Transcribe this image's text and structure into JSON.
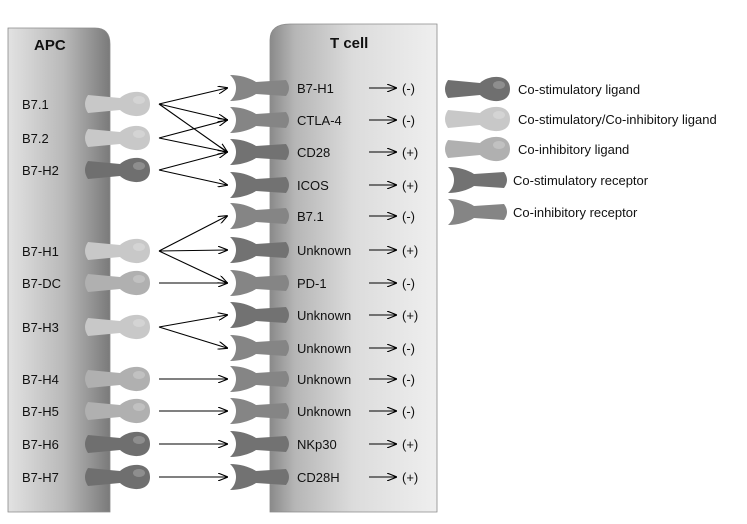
{
  "apc": {
    "title": "APC",
    "ligands": [
      {
        "label": "B7.1",
        "type": "co-stimulatory-co-inhibitory"
      },
      {
        "label": "B7.2",
        "type": "co-stimulatory-co-inhibitory"
      },
      {
        "label": "B7-H2",
        "type": "co-stimulatory"
      },
      {
        "label": "B7-H1",
        "type": "co-stimulatory-co-inhibitory"
      },
      {
        "label": "B7-DC",
        "type": "co-inhibitory"
      },
      {
        "label": "B7-H3",
        "type": "co-stimulatory-co-inhibitory"
      },
      {
        "label": "B7-H4",
        "type": "co-inhibitory"
      },
      {
        "label": "B7-H5",
        "type": "co-inhibitory"
      },
      {
        "label": "B7-H6",
        "type": "co-stimulatory"
      },
      {
        "label": "B7-H7",
        "type": "co-stimulatory"
      }
    ]
  },
  "tcell": {
    "title": "T cell",
    "receptors": [
      {
        "label": "B7-H1",
        "effect": "(-)",
        "type": "co-inhibitory"
      },
      {
        "label": "CTLA-4",
        "effect": "(-)",
        "type": "co-inhibitory"
      },
      {
        "label": "CD28",
        "effect": "(+)",
        "type": "co-stimulatory"
      },
      {
        "label": "ICOS",
        "effect": "(+)",
        "type": "co-stimulatory"
      },
      {
        "label": "B7.1",
        "effect": "(-)",
        "type": "co-inhibitory"
      },
      {
        "label": "Unknown",
        "effect": "(+)",
        "type": "co-stimulatory"
      },
      {
        "label": "PD-1",
        "effect": "(-)",
        "type": "co-inhibitory"
      },
      {
        "label": "Unknown",
        "effect": "(+)",
        "type": "co-stimulatory"
      },
      {
        "label": "Unknown",
        "effect": "(-)",
        "type": "co-inhibitory"
      },
      {
        "label": "Unknown",
        "effect": "(-)",
        "type": "co-inhibitory"
      },
      {
        "label": "Unknown",
        "effect": "(-)",
        "type": "co-inhibitory"
      },
      {
        "label": "NKp30",
        "effect": "(+)",
        "type": "co-stimulatory"
      },
      {
        "label": "CD28H",
        "effect": "(+)",
        "type": "co-stimulatory"
      }
    ]
  },
  "connections": [
    {
      "from": "B7.1",
      "to": [
        0,
        1,
        2
      ]
    },
    {
      "from": "B7.2",
      "to": [
        1,
        2
      ]
    },
    {
      "from": "B7-H2",
      "to": [
        2,
        3
      ]
    },
    {
      "from": "B7-H1",
      "to": [
        4,
        5,
        6
      ]
    },
    {
      "from": "B7-DC",
      "to": [
        6
      ]
    },
    {
      "from": "B7-H3",
      "to": [
        7,
        8
      ]
    },
    {
      "from": "B7-H4",
      "to": [
        9
      ]
    },
    {
      "from": "B7-H5",
      "to": [
        10
      ]
    },
    {
      "from": "B7-H6",
      "to": [
        11
      ]
    },
    {
      "from": "B7-H7",
      "to": [
        12
      ]
    }
  ],
  "legend": [
    {
      "label": "Co-stimulatory ligand",
      "kind": "ligand",
      "type": "co-stimulatory"
    },
    {
      "label": "Co-stimulatory/Co-inhibitory ligand",
      "kind": "ligand",
      "type": "co-stimulatory-co-inhibitory"
    },
    {
      "label": "Co-inhibitory ligand",
      "kind": "ligand",
      "type": "co-inhibitory"
    },
    {
      "label": "Co-stimulatory receptor",
      "kind": "receptor",
      "type": "co-stimulatory"
    },
    {
      "label": "Co-inhibitory receptor",
      "kind": "receptor",
      "type": "co-inhibitory"
    }
  ],
  "colors": {
    "co-stimulatory": "#6f6f6f",
    "co-stimulatory-co-inhibitory": "#c8c8c8",
    "co-inhibitory": "#b0b0b0",
    "receptor-co-stimulatory": "#727272",
    "receptor-co-inhibitory": "#858585"
  }
}
